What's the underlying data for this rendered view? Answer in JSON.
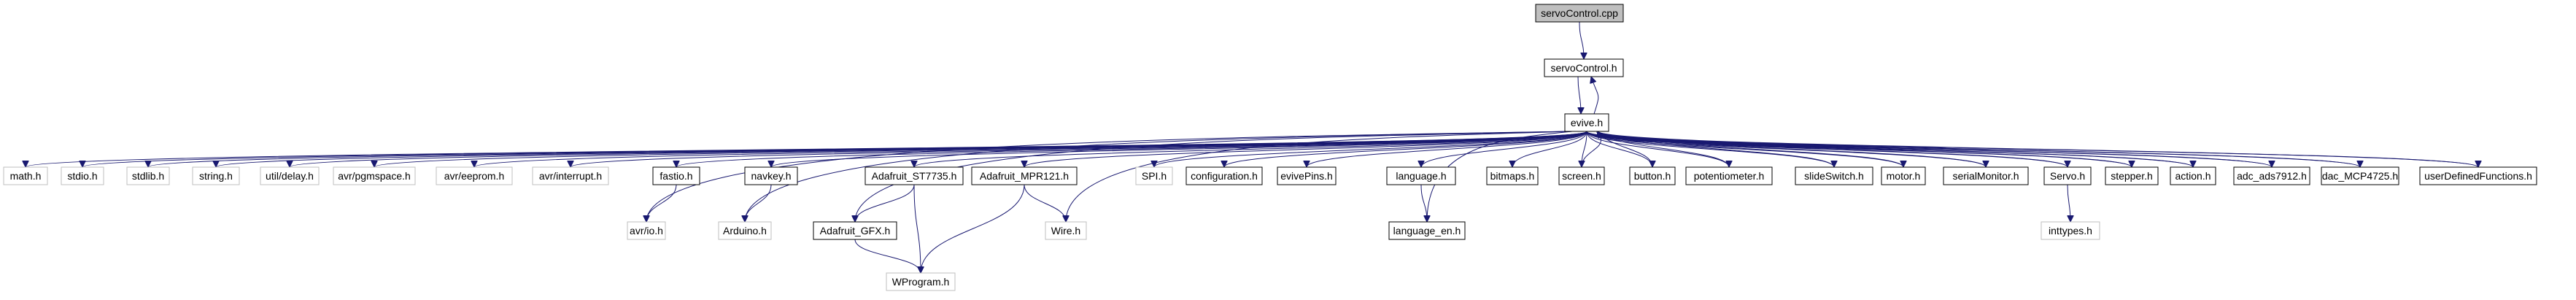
{
  "colors": {
    "edge": "#191970",
    "root_fill": "#bfbfbf",
    "internal_border": "#000000",
    "external_border": "#bfbfbf",
    "text": "#000000",
    "external_text": "#000000"
  },
  "graph": {
    "root": "servoControl.cpp",
    "nodes": [
      {
        "id": "servoControl_cpp",
        "label": "servoControl.cpp",
        "kind": "root"
      },
      {
        "id": "servoControl_h",
        "label": "servoControl.h",
        "kind": "internal"
      },
      {
        "id": "evive_h",
        "label": "evive.h",
        "kind": "internal"
      },
      {
        "id": "math_h",
        "label": "math.h",
        "kind": "external"
      },
      {
        "id": "stdio_h",
        "label": "stdio.h",
        "kind": "external"
      },
      {
        "id": "stdlib_h",
        "label": "stdlib.h",
        "kind": "external"
      },
      {
        "id": "string_h",
        "label": "string.h",
        "kind": "external"
      },
      {
        "id": "util_delay_h",
        "label": "util/delay.h",
        "kind": "external"
      },
      {
        "id": "avr_pgmspace_h",
        "label": "avr/pgmspace.h",
        "kind": "external"
      },
      {
        "id": "avr_eeprom_h",
        "label": "avr/eeprom.h",
        "kind": "external"
      },
      {
        "id": "avr_interrupt_h",
        "label": "avr/interrupt.h",
        "kind": "external"
      },
      {
        "id": "fastio_h",
        "label": "fastio.h",
        "kind": "internal"
      },
      {
        "id": "navkey_h",
        "label": "navkey.h",
        "kind": "internal"
      },
      {
        "id": "adafruit_st7735_h",
        "label": "Adafruit_ST7735.h",
        "kind": "internal"
      },
      {
        "id": "adafruit_mpr121_h",
        "label": "Adafruit_MPR121.h",
        "kind": "internal"
      },
      {
        "id": "spi_h",
        "label": "SPI.h",
        "kind": "external"
      },
      {
        "id": "configuration_h",
        "label": "configuration.h",
        "kind": "internal"
      },
      {
        "id": "evivepins_h",
        "label": "evivePins.h",
        "kind": "internal"
      },
      {
        "id": "language_h",
        "label": "language.h",
        "kind": "internal"
      },
      {
        "id": "bitmaps_h",
        "label": "bitmaps.h",
        "kind": "internal"
      },
      {
        "id": "screen_h",
        "label": "screen.h",
        "kind": "internal"
      },
      {
        "id": "button_h",
        "label": "button.h",
        "kind": "internal"
      },
      {
        "id": "potentiometer_h",
        "label": "potentiometer.h",
        "kind": "internal"
      },
      {
        "id": "slideswitch_h",
        "label": "slideSwitch.h",
        "kind": "internal"
      },
      {
        "id": "motor_h",
        "label": "motor.h",
        "kind": "internal"
      },
      {
        "id": "serialmonitor_h",
        "label": "serialMonitor.h",
        "kind": "internal"
      },
      {
        "id": "servo_h",
        "label": "Servo.h",
        "kind": "internal"
      },
      {
        "id": "stepper_h",
        "label": "stepper.h",
        "kind": "internal"
      },
      {
        "id": "action_h",
        "label": "action.h",
        "kind": "internal"
      },
      {
        "id": "adc_ads7912_h",
        "label": "adc_ads7912.h",
        "kind": "internal"
      },
      {
        "id": "dac_mcp4725_h",
        "label": "dac_MCP4725.h",
        "kind": "internal"
      },
      {
        "id": "userdefinedfunctions_h",
        "label": "userDefinedFunctions.h",
        "kind": "internal"
      },
      {
        "id": "avr_io_h",
        "label": "avr/io.h",
        "kind": "external"
      },
      {
        "id": "arduino_h",
        "label": "Arduino.h",
        "kind": "external"
      },
      {
        "id": "adafruit_gfx_h",
        "label": "Adafruit_GFX.h",
        "kind": "internal"
      },
      {
        "id": "wire_h",
        "label": "Wire.h",
        "kind": "external"
      },
      {
        "id": "language_en_h",
        "label": "language_en.h",
        "kind": "internal"
      },
      {
        "id": "inttypes_h",
        "label": "inttypes.h",
        "kind": "external"
      },
      {
        "id": "wprogram_h",
        "label": "WProgram.h",
        "kind": "external"
      }
    ],
    "edges": [
      [
        "servoControl_cpp",
        "servoControl_h"
      ],
      [
        "servoControl_h",
        "evive_h"
      ],
      [
        "evive_h",
        "servoControl_h"
      ],
      [
        "evive_h",
        "math_h"
      ],
      [
        "evive_h",
        "stdio_h"
      ],
      [
        "evive_h",
        "stdlib_h"
      ],
      [
        "evive_h",
        "string_h"
      ],
      [
        "evive_h",
        "util_delay_h"
      ],
      [
        "evive_h",
        "avr_pgmspace_h"
      ],
      [
        "evive_h",
        "avr_eeprom_h"
      ],
      [
        "evive_h",
        "avr_interrupt_h"
      ],
      [
        "evive_h",
        "avr_io_h"
      ],
      [
        "evive_h",
        "fastio_h"
      ],
      [
        "evive_h",
        "arduino_h"
      ],
      [
        "evive_h",
        "navkey_h"
      ],
      [
        "evive_h",
        "adafruit_gfx_h"
      ],
      [
        "evive_h",
        "adafruit_st7735_h"
      ],
      [
        "evive_h",
        "adafruit_mpr121_h"
      ],
      [
        "evive_h",
        "wire_h"
      ],
      [
        "evive_h",
        "spi_h"
      ],
      [
        "evive_h",
        "configuration_h"
      ],
      [
        "evive_h",
        "evivepins_h"
      ],
      [
        "evive_h",
        "language_en_h"
      ],
      [
        "evive_h",
        "language_h"
      ],
      [
        "evive_h",
        "bitmaps_h"
      ],
      [
        "evive_h",
        "screen_h"
      ],
      [
        "evive_h",
        "button_h"
      ],
      [
        "evive_h",
        "potentiometer_h"
      ],
      [
        "evive_h",
        "slideswitch_h"
      ],
      [
        "evive_h",
        "motor_h"
      ],
      [
        "evive_h",
        "serialmonitor_h"
      ],
      [
        "evive_h",
        "servo_h"
      ],
      [
        "evive_h",
        "stepper_h"
      ],
      [
        "evive_h",
        "action_h"
      ],
      [
        "evive_h",
        "adc_ads7912_h"
      ],
      [
        "evive_h",
        "dac_mcp4725_h"
      ],
      [
        "evive_h",
        "userdefinedfunctions_h"
      ],
      [
        "screen_h",
        "evive_h"
      ],
      [
        "button_h",
        "evive_h"
      ],
      [
        "potentiometer_h",
        "evive_h"
      ],
      [
        "slideswitch_h",
        "evive_h"
      ],
      [
        "motor_h",
        "evive_h"
      ],
      [
        "serialmonitor_h",
        "evive_h"
      ],
      [
        "servo_h",
        "evive_h"
      ],
      [
        "stepper_h",
        "evive_h"
      ],
      [
        "action_h",
        "evive_h"
      ],
      [
        "adc_ads7912_h",
        "evive_h"
      ],
      [
        "dac_mcp4725_h",
        "evive_h"
      ],
      [
        "userdefinedfunctions_h",
        "evive_h"
      ],
      [
        "fastio_h",
        "avr_io_h"
      ],
      [
        "navkey_h",
        "arduino_h"
      ],
      [
        "adafruit_st7735_h",
        "adafruit_gfx_h"
      ],
      [
        "adafruit_st7735_h",
        "wprogram_h"
      ],
      [
        "adafruit_mpr121_h",
        "wire_h"
      ],
      [
        "adafruit_mpr121_h",
        "wprogram_h"
      ],
      [
        "adafruit_gfx_h",
        "wprogram_h"
      ],
      [
        "language_h",
        "language_en_h"
      ],
      [
        "servo_h",
        "inttypes_h"
      ]
    ]
  }
}
